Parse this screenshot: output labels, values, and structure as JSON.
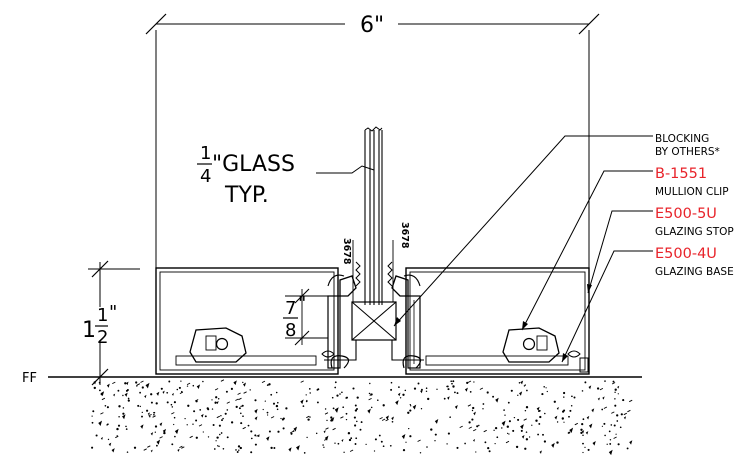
{
  "colors": {
    "line": "#000000",
    "part_number": "#e8232a",
    "background": "#ffffff"
  },
  "dimensions": {
    "width_whole": "6",
    "inch_mark": "\"",
    "height_whole": "1",
    "height_frac_num": "1",
    "height_frac_den": "2",
    "gap_frac_num": "7",
    "gap_frac_den": "8"
  },
  "glass": {
    "frac_num": "1",
    "frac_den": "4",
    "label": "\"GLASS",
    "typ": "TYP."
  },
  "tape_marks": [
    "3678",
    "3678"
  ],
  "floor_label": "FF",
  "callouts": [
    {
      "line1": "BLOCKING",
      "line2": "BY OTHERS*"
    },
    {
      "part": "B-1551",
      "desc": "MULLION CLIP"
    },
    {
      "part": "E500-5U",
      "desc": "GLAZING STOP"
    },
    {
      "part": "E500-4U",
      "desc": "GLAZING BASE"
    }
  ]
}
